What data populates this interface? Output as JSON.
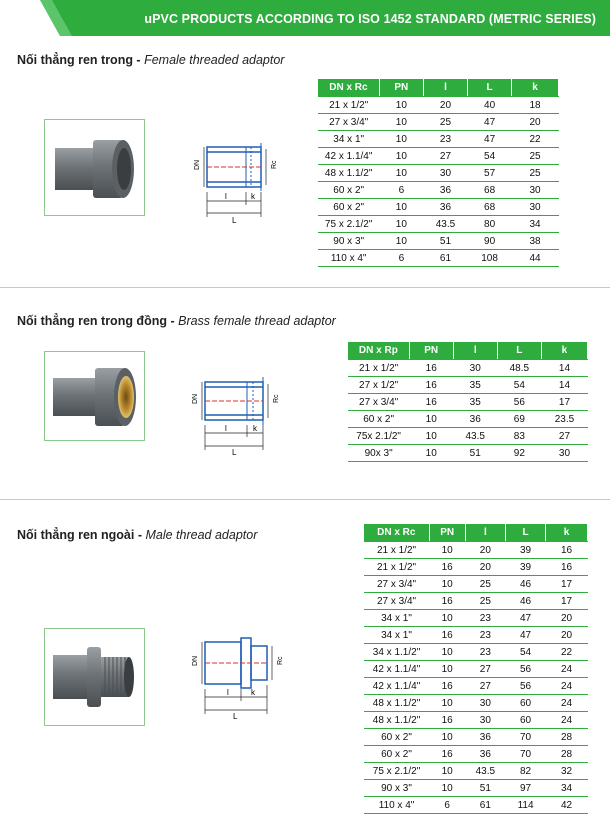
{
  "banner": {
    "title": "uPVC PRODUCTS ACCORDING TO ISO 1452 STANDARD (METRIC SERIES)",
    "color": "#2eac3e"
  },
  "colors": {
    "accent": "#2eac3e",
    "drawing_blue": "#1f5fb4",
    "drawing_red": "#d9302a"
  },
  "sections": [
    {
      "title_bold": "Nối thẳng ren trong -",
      "title_italic": "Female threaded adaptor",
      "drawing_labels": {
        "dn": "DN",
        "r": "Rc",
        "l_small": "l",
        "k": "k",
        "l_big": "L"
      },
      "headers": [
        "DN x Rc",
        "PN",
        "l",
        "L",
        "k"
      ],
      "rows": [
        [
          "21 x 1/2\"",
          "10",
          "20",
          "40",
          "18"
        ],
        [
          "27 x 3/4\"",
          "10",
          "25",
          "47",
          "20"
        ],
        [
          "34 x 1\"",
          "10",
          "23",
          "47",
          "22"
        ],
        [
          "42 x 1.1/4\"",
          "10",
          "27",
          "54",
          "25"
        ],
        [
          "48 x 1.1/2\"",
          "10",
          "30",
          "57",
          "25"
        ],
        [
          "60 x 2\"",
          "6",
          "36",
          "68",
          "30"
        ],
        [
          "60 x 2\"",
          "10",
          "36",
          "68",
          "30"
        ],
        [
          "75 x 2.1/2\"",
          "10",
          "43.5",
          "80",
          "34"
        ],
        [
          "90 x 3\"",
          "10",
          "51",
          "90",
          "38"
        ],
        [
          "110 x 4\"",
          "6",
          "61",
          "108",
          "44"
        ]
      ]
    },
    {
      "title_bold": "Nối thẳng ren trong đồng -",
      "title_italic": "Brass female thread adaptor",
      "drawing_labels": {
        "dn": "DN",
        "r": "Rc",
        "l_small": "l",
        "k": "k",
        "l_big": "L"
      },
      "headers": [
        "DN x Rp",
        "PN",
        "l",
        "L",
        "k"
      ],
      "rows": [
        [
          "21 x 1/2\"",
          "16",
          "30",
          "48.5",
          "14"
        ],
        [
          "27 x 1/2\"",
          "16",
          "35",
          "54",
          "14"
        ],
        [
          "27 x 3/4\"",
          "16",
          "35",
          "56",
          "17"
        ],
        [
          "60 x 2\"",
          "10",
          "36",
          "69",
          "23.5"
        ],
        [
          "75x 2.1/2\"",
          "10",
          "43.5",
          "83",
          "27"
        ],
        [
          "90x 3\"",
          "10",
          "51",
          "92",
          "30"
        ]
      ]
    },
    {
      "title_bold": "Nối thẳng ren ngoài -",
      "title_italic": "Male thread adaptor",
      "drawing_labels": {
        "dn": "DN",
        "r": "Rc",
        "l_small": "l",
        "k": "k",
        "l_big": "L"
      },
      "headers": [
        "DN x Rc",
        "PN",
        "l",
        "L",
        "k"
      ],
      "rows": [
        [
          "21 x 1/2\"",
          "10",
          "20",
          "39",
          "16"
        ],
        [
          "21 x 1/2\"",
          "16",
          "20",
          "39",
          "16"
        ],
        [
          "27 x 3/4\"",
          "10",
          "25",
          "46",
          "17"
        ],
        [
          "27 x 3/4\"",
          "16",
          "25",
          "46",
          "17"
        ],
        [
          "34 x 1\"",
          "10",
          "23",
          "47",
          "20"
        ],
        [
          "34 x 1\"",
          "16",
          "23",
          "47",
          "20"
        ],
        [
          "34 x 1.1/2\"",
          "10",
          "23",
          "54",
          "22"
        ],
        [
          "42 x 1.1/4\"",
          "10",
          "27",
          "56",
          "24"
        ],
        [
          "42 x 1.1/4\"",
          "16",
          "27",
          "56",
          "24"
        ],
        [
          "48 x 1.1/2\"",
          "10",
          "30",
          "60",
          "24"
        ],
        [
          "48 x 1.1/2\"",
          "16",
          "30",
          "60",
          "24"
        ],
        [
          "60 x 2\"",
          "10",
          "36",
          "70",
          "28"
        ],
        [
          "60 x 2\"",
          "16",
          "36",
          "70",
          "28"
        ],
        [
          "75 x 2.1/2\"",
          "10",
          "43.5",
          "82",
          "32"
        ],
        [
          "90 x 3\"",
          "10",
          "51",
          "97",
          "34"
        ],
        [
          "110 x 4\"",
          "6",
          "61",
          "114",
          "42"
        ]
      ]
    }
  ]
}
